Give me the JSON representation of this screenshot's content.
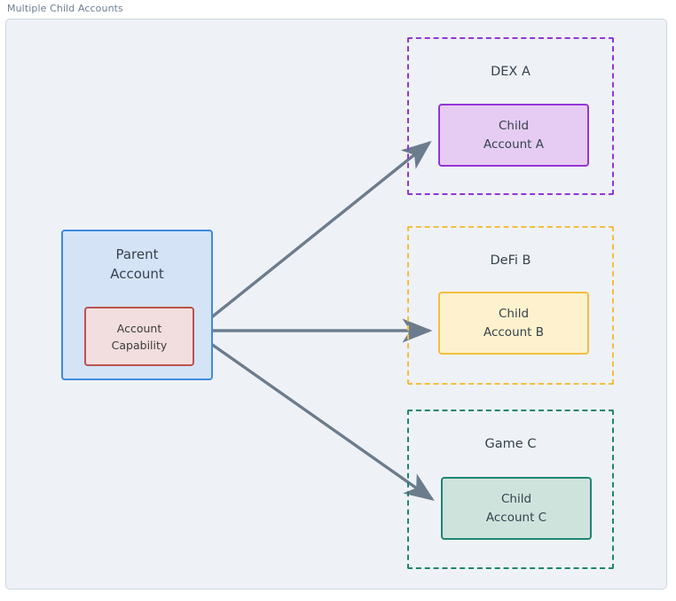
{
  "diagram": {
    "label": "Multiple Child Accounts",
    "canvas_bg": "#eef2f6",
    "canvas_border": "#ccd6e0",
    "text_color": "#36424e",
    "edge_color": "#6b7c8d"
  },
  "parent": {
    "title_line1": "Parent",
    "title_line2": "Account",
    "fill": "#d5e3f7",
    "stroke": "#3f8bdf",
    "capability": {
      "line1": "Account",
      "line2": "Capability",
      "fill": "#f2dede",
      "stroke": "#b85450"
    }
  },
  "groups": [
    {
      "name": "dex-a",
      "title": "DEX A",
      "stroke": "#9435d6",
      "child": {
        "line1": "Child",
        "line2": "Account A",
        "fill": "#e6ccf2",
        "stroke": "#9435d6"
      }
    },
    {
      "name": "defi-b",
      "title": "DeFi B",
      "stroke": "#f6bc3f",
      "child": {
        "line1": "Child",
        "line2": "Account B",
        "fill": "#fdf2cd",
        "stroke": "#f6bc3f"
      }
    },
    {
      "name": "game-c",
      "title": "Game C",
      "stroke": "#1f8572",
      "child": {
        "line1": "Child",
        "line2": "Account C",
        "fill": "#cfe3dd",
        "stroke": "#1f8572"
      }
    }
  ],
  "edges": [
    {
      "name": "capability-to-child-a",
      "from": "Account Capability",
      "to": "Child Account A",
      "label": ""
    },
    {
      "name": "capability-to-child-b",
      "from": "Account Capability",
      "to": "Child Account B",
      "label": ""
    },
    {
      "name": "capability-to-child-c",
      "from": "Account Capability",
      "to": "Child Account C",
      "label": ""
    }
  ]
}
